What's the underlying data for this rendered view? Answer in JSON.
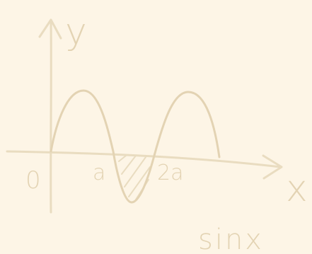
{
  "colors": {
    "background": "#fdf5e6",
    "ink": "#e9dcc0",
    "ink_dark": "#e3d3b3"
  },
  "labels": {
    "y_axis": "y",
    "x_axis": "x",
    "origin": "0",
    "a": "a",
    "two_a": "2a",
    "function": "sinx"
  }
}
